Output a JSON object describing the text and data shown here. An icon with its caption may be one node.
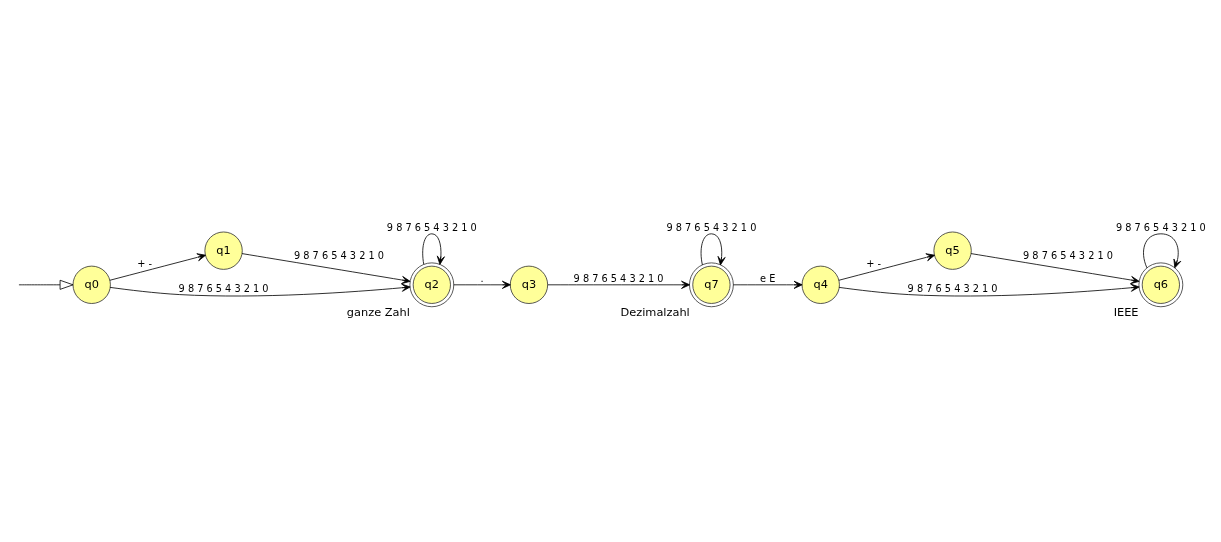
{
  "diagram": {
    "nodes": [
      {
        "text": [
          "q0"
        ]
      },
      {
        "text": [
          "q1"
        ]
      },
      {
        "text": [
          "q2"
        ],
        "beside": [
          "ganze Zahl"
        ]
      },
      {
        "text": [
          "q3"
        ]
      },
      {
        "text": [
          "q7"
        ],
        "beside": [
          "Dezimalzahl"
        ]
      },
      {
        "text": [
          "q4"
        ]
      },
      {
        "text": [
          "q5"
        ]
      },
      {
        "text": [
          "q6"
        ],
        "beside": [
          "IEEE"
        ]
      }
    ],
    "edges": [
      {
        "from": null,
        "to": 0,
        "arrow": "to"
      },
      {
        "from": 0,
        "to": 2,
        "arrow": "to",
        "label": "9 8 7 6 5 4 3 2 1 0"
      },
      {
        "from": 0,
        "to": 1,
        "arrow": "to",
        "label": "+ -"
      },
      {
        "from": 1,
        "to": 2,
        "arrow": "to",
        "label": "9 8 7 6 5 4 3 2 1 0"
      },
      {
        "from": 2,
        "to": 2,
        "arrow": "to",
        "label": "9 8 7 6 5 4 3 2 1 0"
      },
      {
        "from": 2,
        "to": 3,
        "arrow": "to",
        "label": "."
      },
      {
        "from": 3,
        "to": 4,
        "arrow": "to",
        "label": "9 8 7 6 5 4 3 2 1 0"
      },
      {
        "from": 4,
        "to": 4,
        "arrow": "to",
        "label": "9 8 7 6 5 4 3 2 1 0"
      },
      {
        "from": 4,
        "to": 5,
        "arrow": "to",
        "label": "e E"
      },
      {
        "from": 5,
        "to": 7,
        "arrow": "to",
        "label": "9 8 7 6 5 4 3 2 1 0"
      },
      {
        "from": 5,
        "to": 6,
        "arrow": "to",
        "label": "+ -"
      },
      {
        "from": 6,
        "to": 7,
        "arrow": "to",
        "label": "9 8 7 6 5 4 3 2 1 0"
      },
      {
        "from": 7,
        "to": 7,
        "arrow": "to",
        "label": "9 8 7 6 5 4 3 2 1 0"
      }
    ]
  }
}
